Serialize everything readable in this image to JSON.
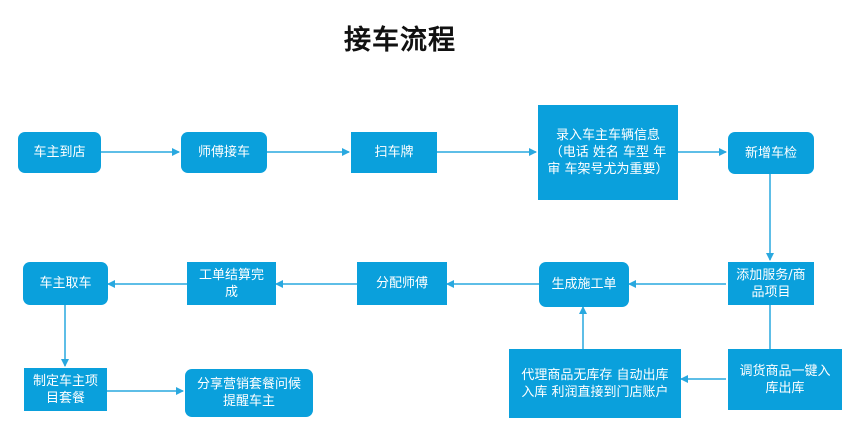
{
  "title": "接车流程",
  "nodes": {
    "owner_arrive": "车主到店",
    "technician_receive": "师傅接车",
    "scan_plate": "扫车牌",
    "enter_info": "录入车主车辆信息（电话 姓名 车型 年审 车架号尤为重要）",
    "new_inspection": "新增车检",
    "add_service": "添加服务/商品项目",
    "generate_work_order": "生成施工单",
    "assign_technician": "分配师傅",
    "order_settlement": "工单结算完成",
    "owner_pickup": "车主取车",
    "custom_package": "制定车主项目套餐",
    "share_marketing": "分享营销套餐问候提醒车主",
    "transfer_goods": "调货商品一键入库出库",
    "agency_goods": "代理商品无库存 自动出库入库 利润直接到门店账户"
  },
  "colors": {
    "node": "#0aa0dc",
    "line": "#29a8df",
    "title": "#111111"
  }
}
